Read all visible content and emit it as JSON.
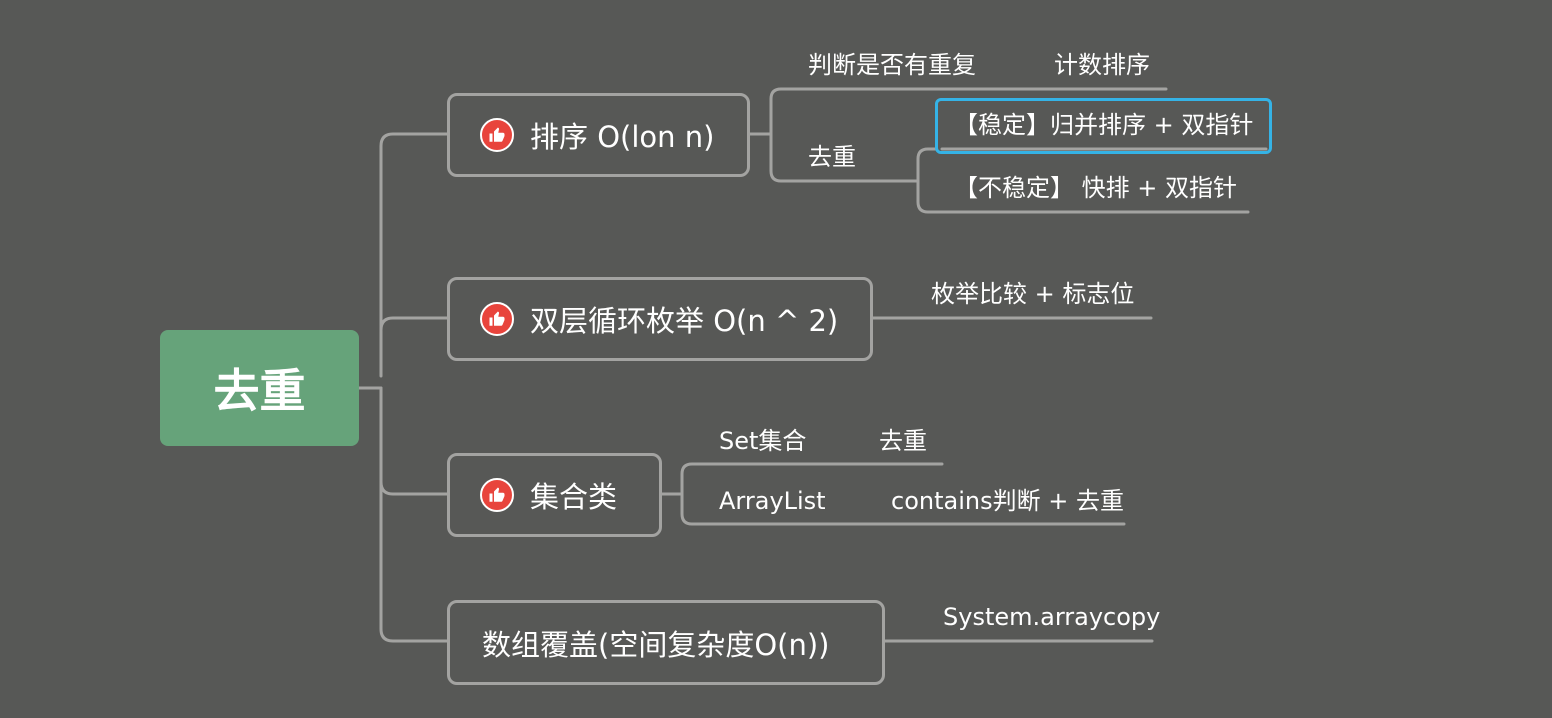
{
  "root": {
    "label": "去重",
    "color": "#66a37a"
  },
  "branches": [
    {
      "label": "排序 O(lon n)",
      "icon": "thumbs-up-icon",
      "children": [
        {
          "label": "判断是否有重复",
          "children": [
            {
              "label": "计数排序"
            }
          ]
        },
        {
          "label": "去重",
          "children": [
            {
              "label": "【稳定】归并排序 + 双指针",
              "highlighted": true
            },
            {
              "label": "【不稳定】 快排 + 双指针"
            }
          ]
        }
      ]
    },
    {
      "label": "双层循环枚举 O(n ^ 2)",
      "icon": "thumbs-up-icon",
      "children": [
        {
          "label": "枚举比较 +  标志位"
        }
      ]
    },
    {
      "label": "集合类",
      "icon": "thumbs-up-icon",
      "children": [
        {
          "label": "Set集合",
          "children": [
            {
              "label": "去重"
            }
          ]
        },
        {
          "label": "ArrayList",
          "children": [
            {
              "label": "contains判断 + 去重"
            }
          ]
        }
      ]
    },
    {
      "label": "数组覆盖(空间复杂度O(n))",
      "children": [
        {
          "label": "System.arraycopy"
        }
      ]
    }
  ],
  "colors": {
    "background": "#575856",
    "connector": "#a3a3a1",
    "highlight": "#35b3e6",
    "icon": "#e8443c"
  }
}
